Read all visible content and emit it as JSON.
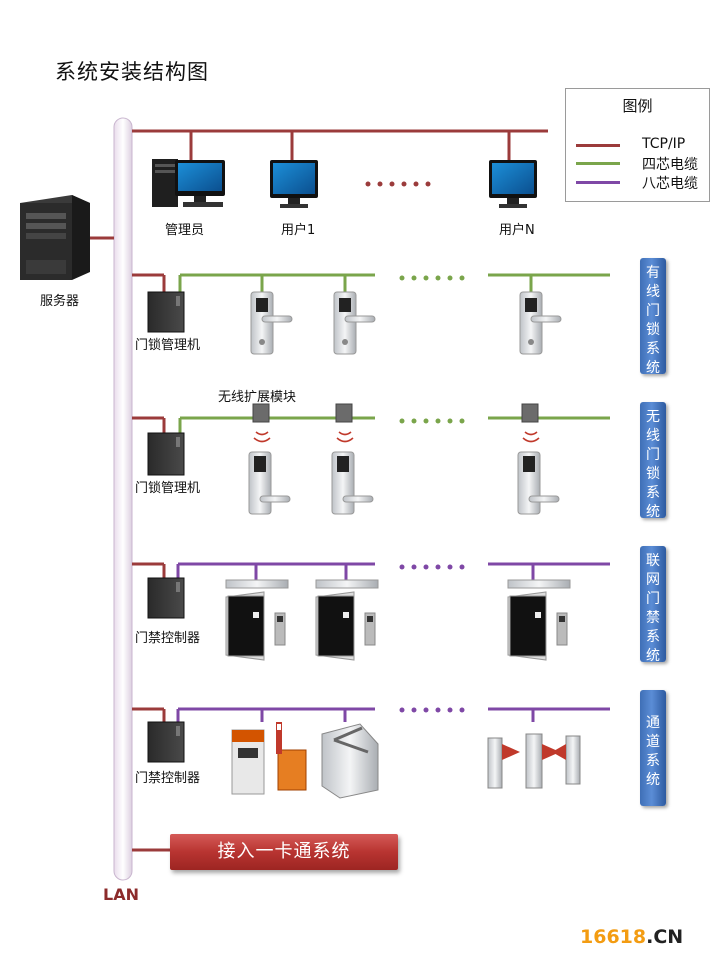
{
  "title": "系统安装结构图",
  "legend": {
    "title": "图例",
    "items": [
      {
        "label": "TCP/IP",
        "color": "#9b3b3b"
      },
      {
        "label": "四芯电缆",
        "color": "#7aa54b"
      },
      {
        "label": "八芯电缆",
        "color": "#7f48a6"
      }
    ]
  },
  "network": {
    "server_label": "服务器",
    "admin_label": "管理员",
    "user1_label": "用户1",
    "userN_label": "用户N",
    "lan_label": "LAN"
  },
  "rows": {
    "door_lock_manager_1": "门锁管理机",
    "door_lock_manager_2": "门锁管理机",
    "wireless_module": "无线扩展模块",
    "access_controller_1": "门禁控制器",
    "access_controller_2": "门禁控制器"
  },
  "systems": [
    {
      "label": "有线门锁系统"
    },
    {
      "label": "无线门锁系统"
    },
    {
      "label": "联网门禁系统"
    },
    {
      "label": "通道系统"
    }
  ],
  "onecard_button": "接入一卡通系统",
  "brand": {
    "number": "16618",
    "suffix": ".CN"
  },
  "colors": {
    "tcp": "#9b3b3b",
    "four_core": "#7aa54b",
    "eight_core": "#7f48a6",
    "system_box": "#4a7cc4",
    "button": "#b83431"
  }
}
